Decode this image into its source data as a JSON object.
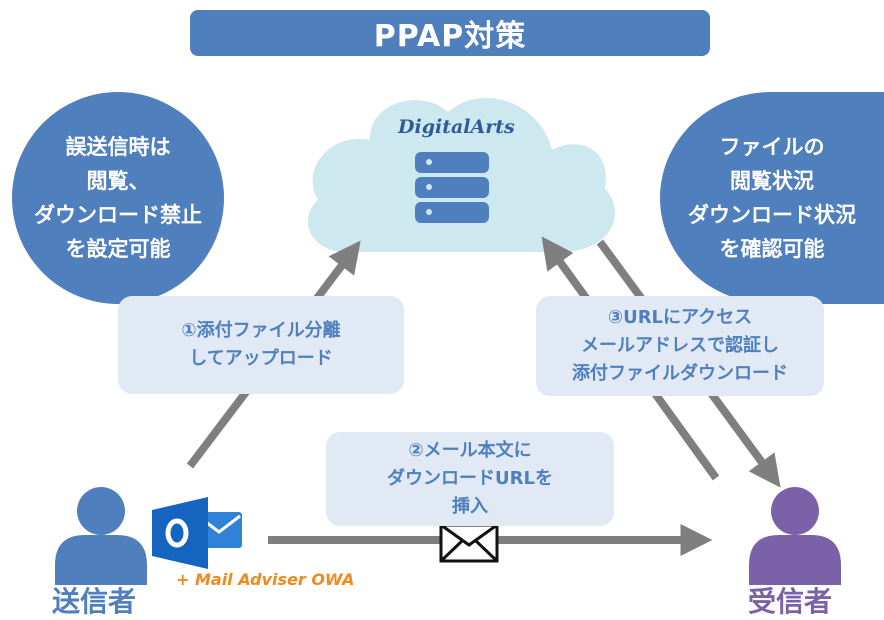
{
  "title": "PPAP対策",
  "left_feature": {
    "lines": [
      "誤送信時は",
      "閲覧、",
      "ダウンロード禁止",
      "を設定可能"
    ]
  },
  "right_feature": {
    "lines": [
      "ファイルの",
      "閲覧状況",
      "ダウンロード状況",
      "を確認可能"
    ]
  },
  "cloud": {
    "brand": "DigitalArts",
    "icon": "database-icon"
  },
  "steps": [
    {
      "lines": [
        "①添付ファイル分離",
        "してアップロード"
      ]
    },
    {
      "lines": [
        "②メール本文に",
        "ダウンロードURLを",
        "挿入"
      ]
    },
    {
      "lines": [
        "③URLにアクセス",
        "メールアドレスで認証し",
        "添付ファイルダウンロード"
      ]
    }
  ],
  "sender": {
    "label": "送信者",
    "icon": "person-icon",
    "app_icon": "outlook-icon",
    "addon": "+ Mail Adviser OWA"
  },
  "receiver": {
    "label": "受信者",
    "icon": "person-icon"
  },
  "envelope_icon": "envelope-icon",
  "colors": {
    "primary": "#4f7fbd",
    "box_fill": "#e1e9f4",
    "cloud_fill": "#cde8ef",
    "arrow_gray": "#7f7f7f",
    "receiver_purple": "#7b62a8",
    "addon_orange": "#f08a1c"
  }
}
